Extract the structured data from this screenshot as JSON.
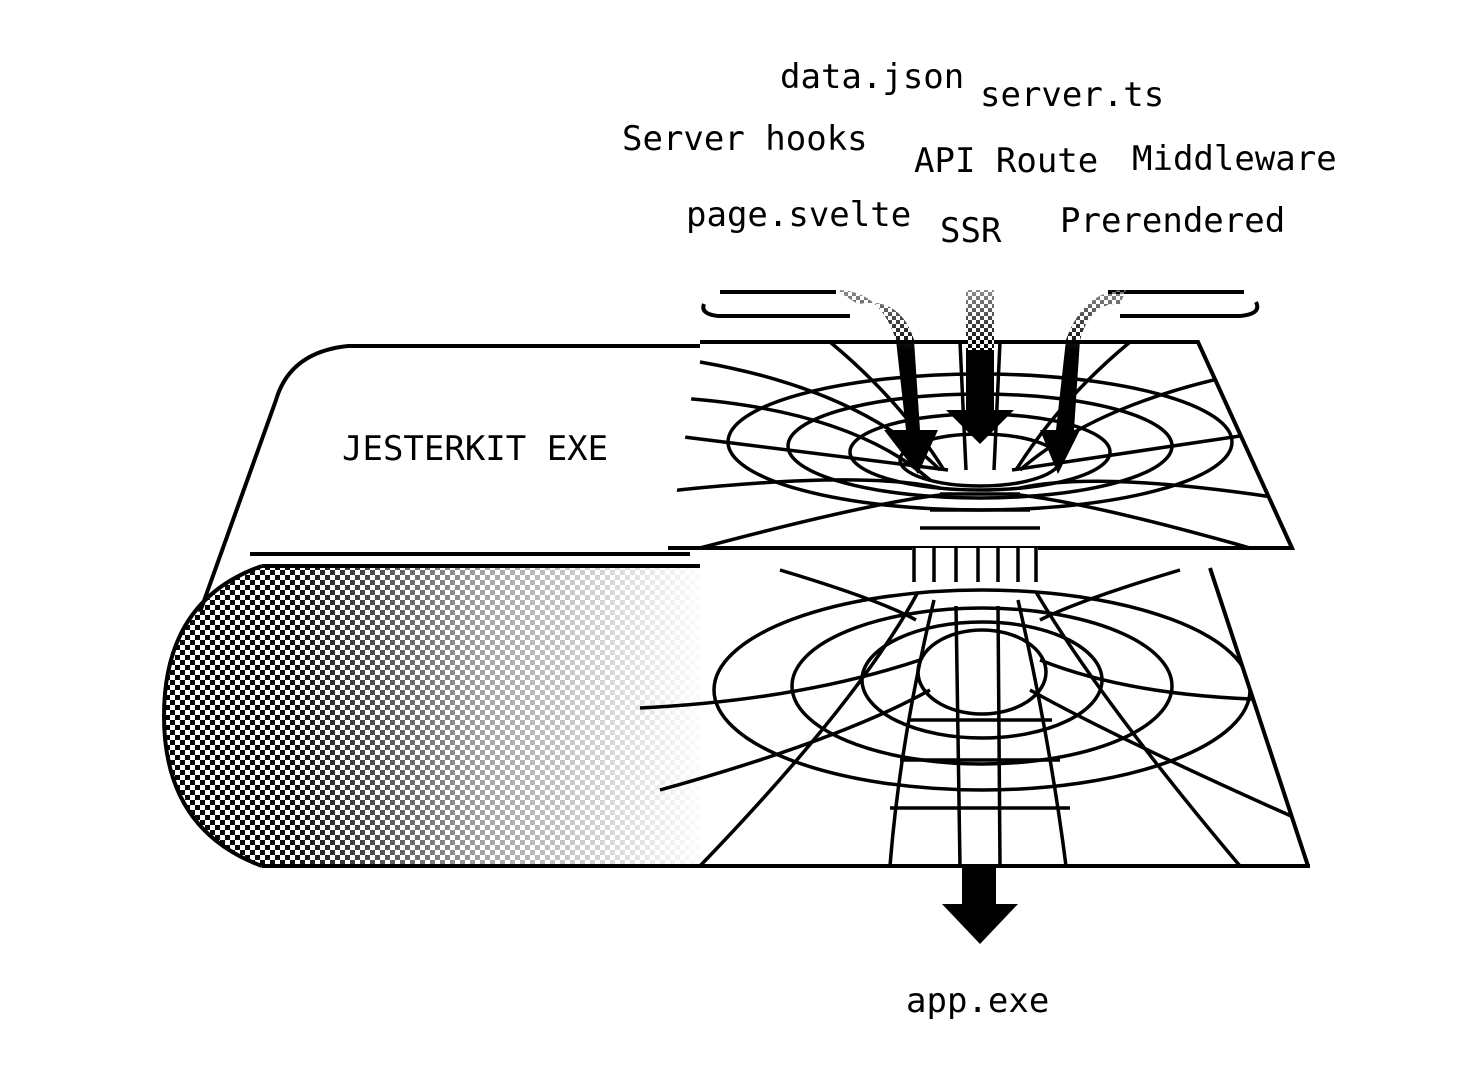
{
  "diagram": {
    "brand_label": "JESTERKIT EXE",
    "input_labels": [
      "data.json",
      "server.ts",
      "Server hooks",
      "API Route",
      "Middleware",
      "page.svelte",
      "SSR",
      "Prerendered"
    ],
    "output_label": "app.exe",
    "colors": {
      "ink": "#000000",
      "paper": "#ffffff"
    }
  }
}
